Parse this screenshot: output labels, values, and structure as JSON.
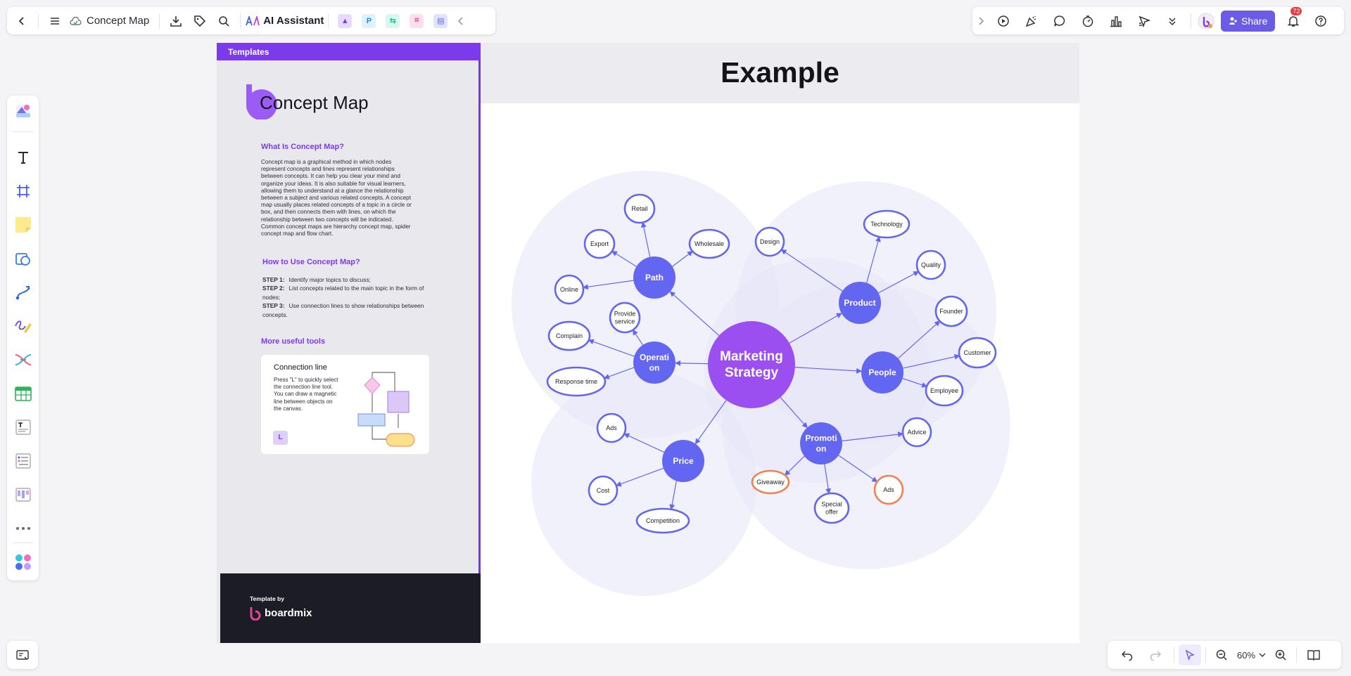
{
  "topbar": {
    "doc_title": "Concept Map",
    "ai_assistant": "AI Assistant",
    "share_label": "Share",
    "notifications_count": "72",
    "app_icons": [
      "image-gen-icon",
      "presentation-icon",
      "flow-icon",
      "mindmap-icon",
      "chat-icon"
    ]
  },
  "left_panel": {
    "header": "Templates",
    "title": "Concept Map",
    "what_title": "What Is Concept Map?",
    "what_lines": [
      "Concept map is a graphical method in which nodes",
      "represent concepts and lines represent relationships",
      "between concepts. It can help you clear your mind and",
      "organize your ideas. It is also suitable for visual learners,",
      "allowing them to understand at a glance the relationship",
      "between a subject and various related concepts. A concept",
      "map usually places related concepts of a topic in a circle or",
      "box, and then connects them with lines, on which the",
      "relationship between two concepts will be indicated.",
      "Common concept maps are hierarchy concept map, spider",
      "concept map and flow chart."
    ],
    "how_title": "How to Use Concept Map?",
    "steps": [
      {
        "label": "STEP 1:",
        "text": "Identify major topics to discuss;"
      },
      {
        "label": "STEP 2:",
        "text": "List concepts related to the main topic in the form of"
      },
      {
        "label": "",
        "text": "nodes;"
      },
      {
        "label": "STEP 3:",
        "text": "Use connection lines to show relationships between"
      },
      {
        "label": "",
        "text": "concepts."
      }
    ],
    "tools_title": "More useful tools",
    "card_title": "Connection line",
    "card_lines": [
      "Press \"L\" to quickly select",
      "the connection line tool.",
      "You can draw a magnetic",
      "line between objects on",
      "the canvas."
    ],
    "card_key": "L",
    "footer_label": "Template by",
    "footer_brand": "boardmix"
  },
  "right_panel": {
    "title": "Example",
    "center": [
      "Marketing",
      "Strategy"
    ],
    "hubs": {
      "path": [
        "Path"
      ],
      "product": [
        "Product"
      ],
      "operation": [
        "Operati",
        "on"
      ],
      "people": [
        "People"
      ],
      "price": [
        "Price"
      ],
      "promotion": [
        "Promoti",
        "on"
      ]
    },
    "leaves": {
      "retail": [
        "Retail"
      ],
      "export": [
        "Export"
      ],
      "wholesale": [
        "Wholesale"
      ],
      "online": [
        "Online"
      ],
      "design": [
        "Design"
      ],
      "technology": [
        "Technology"
      ],
      "quality": [
        "Quality"
      ],
      "provide_service": [
        "Provide",
        "service"
      ],
      "complain": [
        "Complain"
      ],
      "response_time": [
        "Response time"
      ],
      "founder": [
        "Founder"
      ],
      "customer": [
        "Customer"
      ],
      "employee": [
        "Employee"
      ],
      "ads_price": [
        "Ads"
      ],
      "cost": [
        "Cost"
      ],
      "competition": [
        "Competition"
      ],
      "advice": [
        "Advice"
      ],
      "giveaway": [
        "Giveaway"
      ],
      "special_offer": [
        "Special",
        "offer"
      ],
      "ads_promo": [
        "Ads"
      ]
    }
  },
  "zoom": {
    "value": "60%"
  },
  "colors": {
    "accent": "#7c3aed",
    "hub": "#6366f1",
    "center": "#9b4ff0",
    "highlight_orange": "#f08050",
    "share": "#6b5ce7"
  }
}
